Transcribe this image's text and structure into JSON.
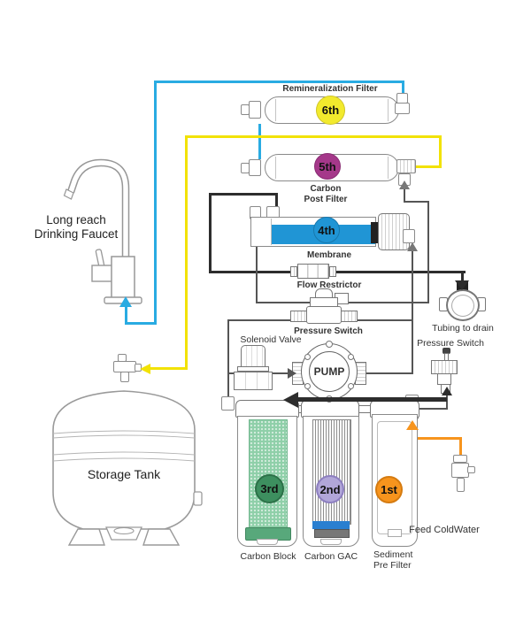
{
  "colors": {
    "product_tube": "#29abe2",
    "tank_tube": "#f2e205",
    "feed_tube": "#f7941d",
    "line": "#555555",
    "membrane_blue": "#2095d5",
    "gac_band_blue": "#2a7fd0"
  },
  "stages": {
    "s6": {
      "badge": "6th",
      "label": "Remineralization Filter",
      "color": "#f2ea2d"
    },
    "s5": {
      "badge": "5th",
      "label_l1": "Carbon",
      "label_l2": "Post Filter",
      "color": "#a5388a"
    },
    "s4": {
      "badge": "4th",
      "label": "Membrane",
      "color": "#2095d5"
    },
    "s3": {
      "badge": "3rd",
      "label": "Carbon Block",
      "color": "#3d8f5f"
    },
    "s2": {
      "badge": "2nd",
      "label": "Carbon GAC",
      "color": "#b1a6d8"
    },
    "s1": {
      "badge": "1st",
      "label_l1": "Sediment",
      "label_l2": "Pre Filter",
      "color": "#f7941d"
    }
  },
  "labels": {
    "flow_restrictor": "Flow Restrictor",
    "pressure_switch_mid": "Pressure Switch",
    "pressure_switch_right": "Pressure Switch",
    "tubing_to_drain": "Tubing to drain",
    "solenoid_valve": "Solenoid Valve",
    "pump": "PUMP",
    "faucet_l1": "Long reach",
    "faucet_l2": "Drinking Faucet",
    "storage_tank": "Storage Tank",
    "feed_coldwater": "Feed ColdWater"
  }
}
